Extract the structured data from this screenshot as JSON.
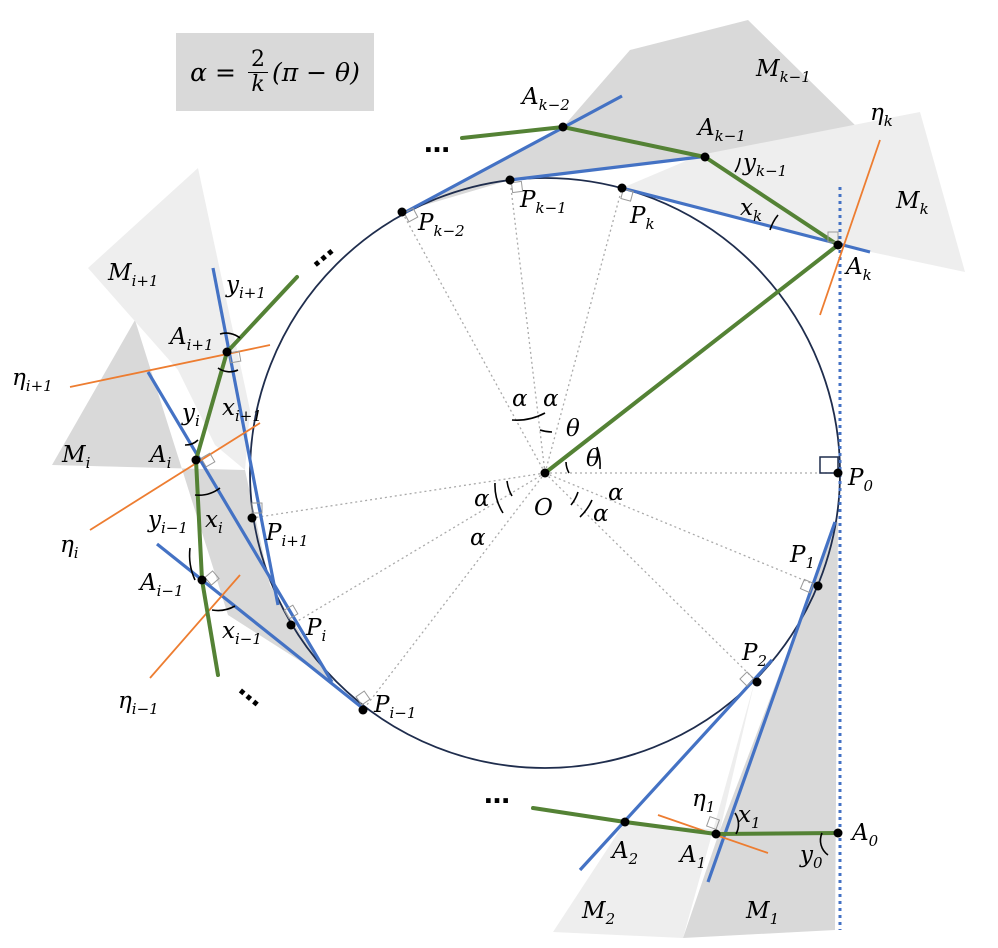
{
  "formula": {
    "lhs": "α",
    "eq": "=",
    "num": "2",
    "den": "k",
    "rhs": "(π − θ)"
  },
  "colors": {
    "tangent": "#4472c4",
    "path": "#548235",
    "normal": "#ed7d31",
    "circle": "#1f2d4d",
    "region_dark": "#d9d9d9",
    "region_light": "#f0f0f0",
    "guide": "#4472c4"
  },
  "labels": {
    "O": "O",
    "P0": "P",
    "P0s": "0",
    "P1": "P",
    "P1s": "1",
    "P2": "P",
    "P2s": "2",
    "Pim1": "P",
    "Pim1s": "i−1",
    "Pi": "P",
    "Pis": "i",
    "Pip1": "P",
    "Pip1s": "i+1",
    "Pkm2": "P",
    "Pkm2s": "k−2",
    "Pkm1": "P",
    "Pkm1s": "k−1",
    "Pk": "P",
    "Pks": "k",
    "A0": "A",
    "A0s": "0",
    "A1": "A",
    "A1s": "1",
    "A2": "A",
    "A2s": "2",
    "Aim1": "A",
    "Aim1s": "i−1",
    "Ai": "A",
    "Ais": "i",
    "Aip1": "A",
    "Aip1s": "i+1",
    "Akm2": "A",
    "Akm2s": "k−2",
    "Akm1": "A",
    "Akm1s": "k−1",
    "Ak": "A",
    "Aks": "k",
    "M1": "M",
    "M1s": "1",
    "M2": "M",
    "M2s": "2",
    "Mi": "M",
    "Mis": "i",
    "Mip1": "M",
    "Mip1s": "i+1",
    "Mkm1": "M",
    "Mkm1s": "k−1",
    "Mk": "M",
    "Mks": "k",
    "eta1": "η",
    "eta1s": "1",
    "etaim1": "η",
    "etaim1s": "i−1",
    "etai": "η",
    "etais": "i",
    "etaip1": "η",
    "etaip1s": "i+1",
    "etak": "η",
    "etaks": "k",
    "x1": "x",
    "x1s": "1",
    "y0": "y",
    "y0s": "0",
    "xim1": "x",
    "xim1s": "i−1",
    "yim1": "y",
    "yim1s": "i−1",
    "xi": "x",
    "xis": "i",
    "yi": "y",
    "yis": "i",
    "xip1": "x",
    "xip1s": "i+1",
    "yip1": "y",
    "yip1s": "i+1",
    "xk": "x",
    "xks": "k",
    "ykm1": "y",
    "ykm1s": "k−1",
    "alpha": "α",
    "theta": "θ",
    "ellipsis": "…"
  }
}
